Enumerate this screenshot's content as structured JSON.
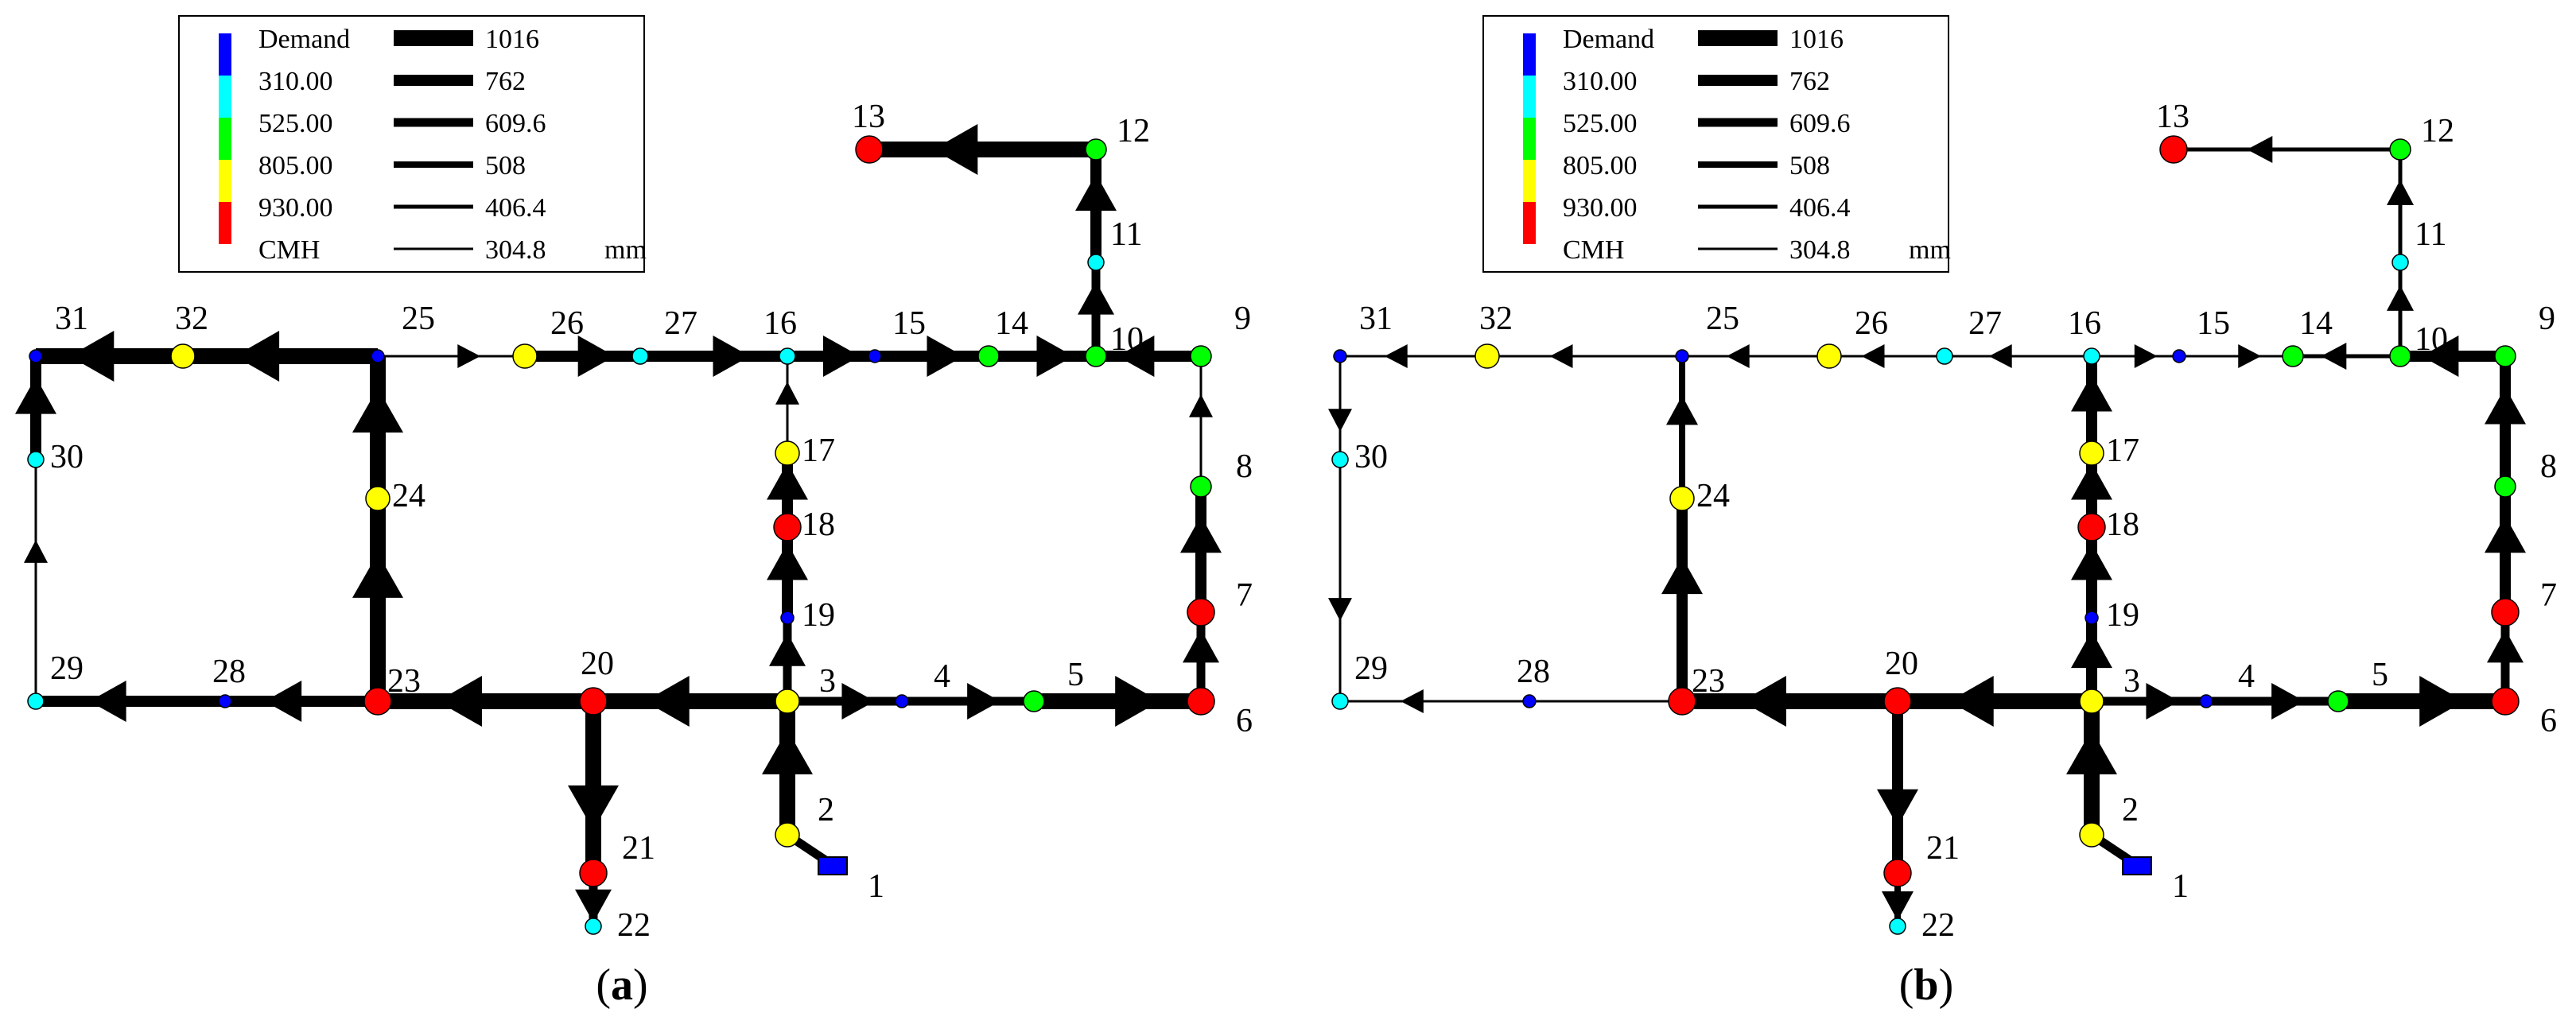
{
  "legend": {
    "demand_title": "Demand",
    "demand_unit": "CMH",
    "demand_values": [
      "310.00",
      "525.00",
      "805.00",
      "930.00"
    ],
    "demand_colors": [
      "#0000ff",
      "#00ffff",
      "#00ff00",
      "#ffff00",
      "#ff0000"
    ],
    "diameters": [
      "1016",
      "762",
      "609.6",
      "508",
      "406.4",
      "304.8"
    ],
    "diameter_unit": "mm"
  },
  "panels": [
    {
      "caption_open": "(",
      "caption_letter": "a",
      "caption_close": ")",
      "nodes": [
        {
          "id": "1",
          "demand_class": "blue",
          "shape": "source"
        },
        {
          "id": "2",
          "demand_class": "yellow"
        },
        {
          "id": "3",
          "demand_class": "yellow"
        },
        {
          "id": "4",
          "demand_class": "blue"
        },
        {
          "id": "5",
          "demand_class": "green"
        },
        {
          "id": "6",
          "demand_class": "red"
        },
        {
          "id": "7",
          "demand_class": "red"
        },
        {
          "id": "8",
          "demand_class": "green"
        },
        {
          "id": "9",
          "demand_class": "green"
        },
        {
          "id": "10",
          "demand_class": "green"
        },
        {
          "id": "11",
          "demand_class": "cyan"
        },
        {
          "id": "12",
          "demand_class": "green"
        },
        {
          "id": "13",
          "demand_class": "red"
        },
        {
          "id": "14",
          "demand_class": "green"
        },
        {
          "id": "15",
          "demand_class": "blue"
        },
        {
          "id": "16",
          "demand_class": "cyan"
        },
        {
          "id": "17",
          "demand_class": "yellow"
        },
        {
          "id": "18",
          "demand_class": "red"
        },
        {
          "id": "19",
          "demand_class": "blue"
        },
        {
          "id": "20",
          "demand_class": "red"
        },
        {
          "id": "21",
          "demand_class": "red"
        },
        {
          "id": "22",
          "demand_class": "cyan"
        },
        {
          "id": "23",
          "demand_class": "red"
        },
        {
          "id": "24",
          "demand_class": "yellow"
        },
        {
          "id": "25",
          "demand_class": "blue"
        },
        {
          "id": "26",
          "demand_class": "yellow"
        },
        {
          "id": "27",
          "demand_class": "cyan"
        },
        {
          "id": "28",
          "demand_class": "blue"
        },
        {
          "id": "29",
          "demand_class": "cyan"
        },
        {
          "id": "30",
          "demand_class": "cyan"
        },
        {
          "id": "31",
          "demand_class": "blue"
        },
        {
          "id": "32",
          "demand_class": "yellow"
        }
      ],
      "pipes": [
        {
          "from": "2",
          "to": "3",
          "diameter": "1016"
        },
        {
          "from": "3",
          "to": "20",
          "diameter": "1016"
        },
        {
          "from": "3",
          "to": "4",
          "diameter": "609.6"
        },
        {
          "from": "4",
          "to": "5",
          "diameter": "609.6"
        },
        {
          "from": "5",
          "to": "6",
          "diameter": "1016"
        },
        {
          "from": "6",
          "to": "7",
          "diameter": "609.6"
        },
        {
          "from": "7",
          "to": "8",
          "diameter": "762"
        },
        {
          "from": "8",
          "to": "9",
          "diameter": "304.8"
        },
        {
          "from": "9",
          "to": "10",
          "diameter": "762"
        },
        {
          "from": "10",
          "to": "11",
          "diameter": "609.6"
        },
        {
          "from": "11",
          "to": "12",
          "diameter": "762"
        },
        {
          "from": "12",
          "to": "13",
          "diameter": "1016"
        },
        {
          "from": "14",
          "to": "10",
          "diameter": "762"
        },
        {
          "from": "15",
          "to": "14",
          "diameter": "762"
        },
        {
          "from": "16",
          "to": "15",
          "diameter": "762"
        },
        {
          "from": "27",
          "to": "16",
          "diameter": "762"
        },
        {
          "from": "26",
          "to": "27",
          "diameter": "762"
        },
        {
          "from": "25",
          "to": "26",
          "diameter": "304.8"
        },
        {
          "from": "17",
          "to": "16",
          "diameter": "304.8"
        },
        {
          "from": "18",
          "to": "17",
          "diameter": "762"
        },
        {
          "from": "19",
          "to": "18",
          "diameter": "762"
        },
        {
          "from": "3",
          "to": "19",
          "diameter": "609.6"
        },
        {
          "from": "20",
          "to": "23",
          "diameter": "1016"
        },
        {
          "from": "20",
          "to": "21",
          "diameter": "1016"
        },
        {
          "from": "21",
          "to": "22",
          "diameter": "609.6"
        },
        {
          "from": "23",
          "to": "28",
          "diameter": "762"
        },
        {
          "from": "28",
          "to": "29",
          "diameter": "762"
        },
        {
          "from": "23",
          "to": "24",
          "diameter": "1016"
        },
        {
          "from": "24",
          "to": "25",
          "diameter": "1016"
        },
        {
          "from": "25",
          "to": "32",
          "diameter": "1016"
        },
        {
          "from": "32",
          "to": "31",
          "diameter": "1016"
        },
        {
          "from": "29",
          "to": "30",
          "diameter": "304.8"
        },
        {
          "from": "30",
          "to": "31",
          "diameter": "762"
        },
        {
          "from": "2",
          "to": "1",
          "diameter": "609.6",
          "arrow": false
        }
      ]
    },
    {
      "caption_open": "(",
      "caption_letter": "b",
      "caption_close": ")",
      "nodes": [
        {
          "id": "1",
          "demand_class": "blue",
          "shape": "source"
        },
        {
          "id": "2",
          "demand_class": "yellow"
        },
        {
          "id": "3",
          "demand_class": "yellow"
        },
        {
          "id": "4",
          "demand_class": "blue"
        },
        {
          "id": "5",
          "demand_class": "green"
        },
        {
          "id": "6",
          "demand_class": "red"
        },
        {
          "id": "7",
          "demand_class": "red"
        },
        {
          "id": "8",
          "demand_class": "green"
        },
        {
          "id": "9",
          "demand_class": "green"
        },
        {
          "id": "10",
          "demand_class": "green"
        },
        {
          "id": "11",
          "demand_class": "cyan"
        },
        {
          "id": "12",
          "demand_class": "green"
        },
        {
          "id": "13",
          "demand_class": "red"
        },
        {
          "id": "14",
          "demand_class": "green"
        },
        {
          "id": "15",
          "demand_class": "blue"
        },
        {
          "id": "16",
          "demand_class": "cyan"
        },
        {
          "id": "17",
          "demand_class": "yellow"
        },
        {
          "id": "18",
          "demand_class": "red"
        },
        {
          "id": "19",
          "demand_class": "blue"
        },
        {
          "id": "20",
          "demand_class": "red"
        },
        {
          "id": "21",
          "demand_class": "red"
        },
        {
          "id": "22",
          "demand_class": "cyan"
        },
        {
          "id": "23",
          "demand_class": "red"
        },
        {
          "id": "24",
          "demand_class": "yellow"
        },
        {
          "id": "25",
          "demand_class": "blue"
        },
        {
          "id": "26",
          "demand_class": "yellow"
        },
        {
          "id": "27",
          "demand_class": "cyan"
        },
        {
          "id": "28",
          "demand_class": "blue"
        },
        {
          "id": "29",
          "demand_class": "cyan"
        },
        {
          "id": "30",
          "demand_class": "cyan"
        },
        {
          "id": "31",
          "demand_class": "blue"
        },
        {
          "id": "32",
          "demand_class": "yellow"
        }
      ],
      "pipes": [
        {
          "from": "2",
          "to": "3",
          "diameter": "1016"
        },
        {
          "from": "3",
          "to": "20",
          "diameter": "1016"
        },
        {
          "from": "3",
          "to": "4",
          "diameter": "609.6"
        },
        {
          "from": "4",
          "to": "5",
          "diameter": "609.6"
        },
        {
          "from": "5",
          "to": "6",
          "diameter": "1016"
        },
        {
          "from": "6",
          "to": "7",
          "diameter": "609.6"
        },
        {
          "from": "7",
          "to": "8",
          "diameter": "762"
        },
        {
          "from": "8",
          "to": "9",
          "diameter": "762"
        },
        {
          "from": "9",
          "to": "10",
          "diameter": "762"
        },
        {
          "from": "10",
          "to": "11",
          "diameter": "406.4"
        },
        {
          "from": "11",
          "to": "12",
          "diameter": "406.4"
        },
        {
          "from": "12",
          "to": "13",
          "diameter": "406.4"
        },
        {
          "from": "10",
          "to": "14",
          "diameter": "406.4"
        },
        {
          "from": "15",
          "to": "14",
          "diameter": "304.8"
        },
        {
          "from": "16",
          "to": "15",
          "diameter": "304.8"
        },
        {
          "from": "16",
          "to": "27",
          "diameter": "304.8"
        },
        {
          "from": "27",
          "to": "26",
          "diameter": "304.8"
        },
        {
          "from": "26",
          "to": "25",
          "diameter": "304.8"
        },
        {
          "from": "17",
          "to": "16",
          "diameter": "762"
        },
        {
          "from": "18",
          "to": "17",
          "diameter": "762"
        },
        {
          "from": "19",
          "to": "18",
          "diameter": "762"
        },
        {
          "from": "3",
          "to": "19",
          "diameter": "762"
        },
        {
          "from": "20",
          "to": "23",
          "diameter": "1016"
        },
        {
          "from": "20",
          "to": "21",
          "diameter": "762"
        },
        {
          "from": "21",
          "to": "22",
          "diameter": "508"
        },
        {
          "from": "28",
          "to": "29",
          "diameter": "304.8"
        },
        {
          "from": "23",
          "to": "28",
          "diameter": "304.8",
          "arrow": false
        },
        {
          "from": "23",
          "to": "24",
          "diameter": "762"
        },
        {
          "from": "24",
          "to": "25",
          "diameter": "508"
        },
        {
          "from": "25",
          "to": "32",
          "diameter": "304.8"
        },
        {
          "from": "32",
          "to": "31",
          "diameter": "304.8"
        },
        {
          "from": "30",
          "to": "29",
          "diameter": "304.8"
        },
        {
          "from": "31",
          "to": "30",
          "diameter": "304.8"
        },
        {
          "from": "2",
          "to": "1",
          "diameter": "609.6",
          "arrow": false
        }
      ]
    }
  ]
}
